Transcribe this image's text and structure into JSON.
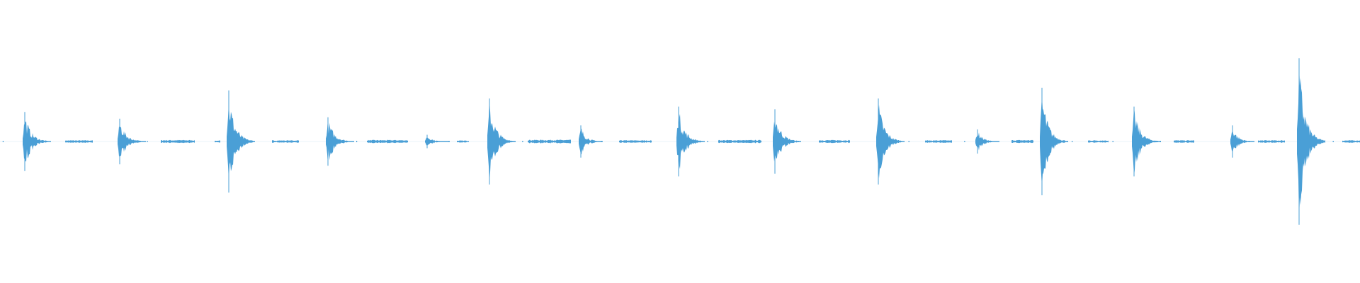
{
  "waveform": {
    "color": "#4a9fd6",
    "background": "#ffffff",
    "transients": [
      {
        "time": 0.018,
        "amp": 0.22,
        "decay": 0.012
      },
      {
        "time": 0.088,
        "amp": 0.17,
        "decay": 0.012
      },
      {
        "time": 0.168,
        "amp": 0.38,
        "decay": 0.012
      },
      {
        "time": 0.241,
        "amp": 0.18,
        "decay": 0.012
      },
      {
        "time": 0.314,
        "amp": 0.05,
        "decay": 0.01
      },
      {
        "time": 0.36,
        "amp": 0.32,
        "decay": 0.012
      },
      {
        "time": 0.427,
        "amp": 0.12,
        "decay": 0.01
      },
      {
        "time": 0.499,
        "amp": 0.26,
        "decay": 0.012
      },
      {
        "time": 0.57,
        "amp": 0.24,
        "decay": 0.012
      },
      {
        "time": 0.646,
        "amp": 0.32,
        "decay": 0.012
      },
      {
        "time": 0.719,
        "amp": 0.09,
        "decay": 0.01
      },
      {
        "time": 0.766,
        "amp": 0.4,
        "decay": 0.012
      },
      {
        "time": 0.834,
        "amp": 0.26,
        "decay": 0.012
      },
      {
        "time": 0.906,
        "amp": 0.12,
        "decay": 0.01
      },
      {
        "time": 0.955,
        "amp": 0.62,
        "decay": 0.012
      }
    ],
    "fragments": [
      {
        "start": 0.048,
        "end": 0.068,
        "amp": 0.01
      },
      {
        "start": 0.118,
        "end": 0.143,
        "amp": 0.012
      },
      {
        "start": 0.158,
        "end": 0.162,
        "amp": 0.008
      },
      {
        "start": 0.2,
        "end": 0.22,
        "amp": 0.01
      },
      {
        "start": 0.27,
        "end": 0.3,
        "amp": 0.012
      },
      {
        "start": 0.336,
        "end": 0.345,
        "amp": 0.008
      },
      {
        "start": 0.388,
        "end": 0.42,
        "amp": 0.014
      },
      {
        "start": 0.455,
        "end": 0.479,
        "amp": 0.01
      },
      {
        "start": 0.528,
        "end": 0.56,
        "amp": 0.012
      },
      {
        "start": 0.602,
        "end": 0.625,
        "amp": 0.012
      },
      {
        "start": 0.68,
        "end": 0.7,
        "amp": 0.01
      },
      {
        "start": 0.744,
        "end": 0.76,
        "amp": 0.012
      },
      {
        "start": 0.8,
        "end": 0.815,
        "amp": 0.01
      },
      {
        "start": 0.863,
        "end": 0.878,
        "amp": 0.01
      },
      {
        "start": 0.925,
        "end": 0.945,
        "amp": 0.01
      },
      {
        "start": 0.987,
        "end": 1.0,
        "amp": 0.01
      }
    ],
    "specks": [
      0.002,
      0.033,
      0.054,
      0.108,
      0.128,
      0.185,
      0.254,
      0.262,
      0.33,
      0.384,
      0.442,
      0.52,
      0.535,
      0.587,
      0.655,
      0.668,
      0.709,
      0.726,
      0.781,
      0.788,
      0.818,
      0.853,
      0.872,
      0.918,
      0.97,
      0.98
    ]
  }
}
